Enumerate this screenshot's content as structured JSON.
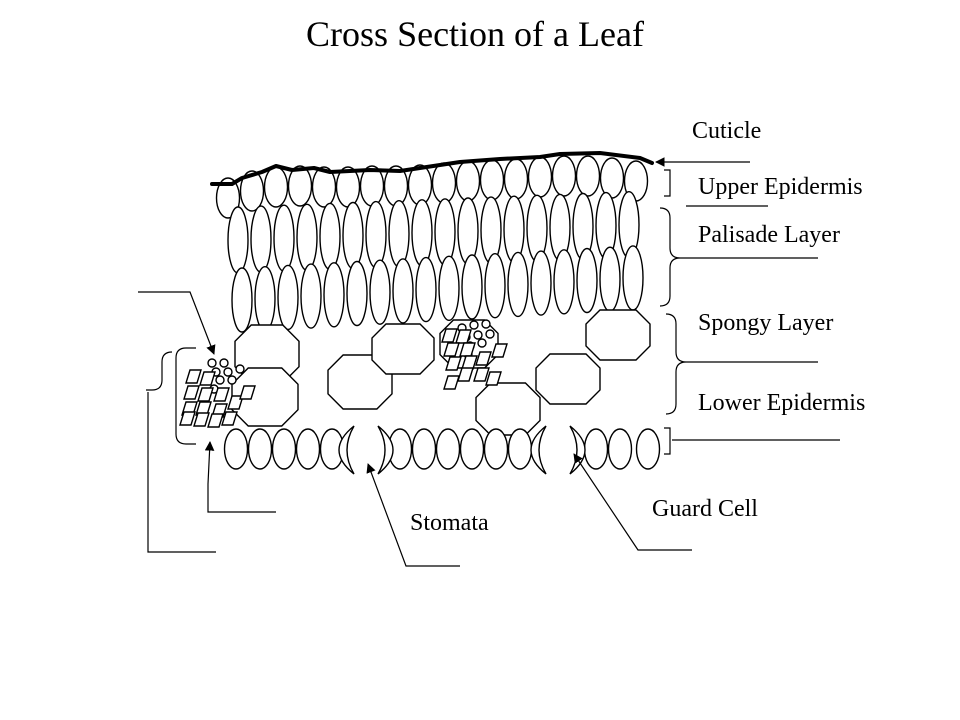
{
  "title": "Cross Section of a Leaf",
  "labels": {
    "cuticle": "Cuticle",
    "upper_epidermis": "Upper Epidermis",
    "palisade_layer": "Palisade Layer",
    "spongy_layer": "Spongy Layer",
    "lower_epidermis": "Lower Epidermis",
    "guard_cell": "Guard Cell",
    "stomata": "Stomata"
  }
}
